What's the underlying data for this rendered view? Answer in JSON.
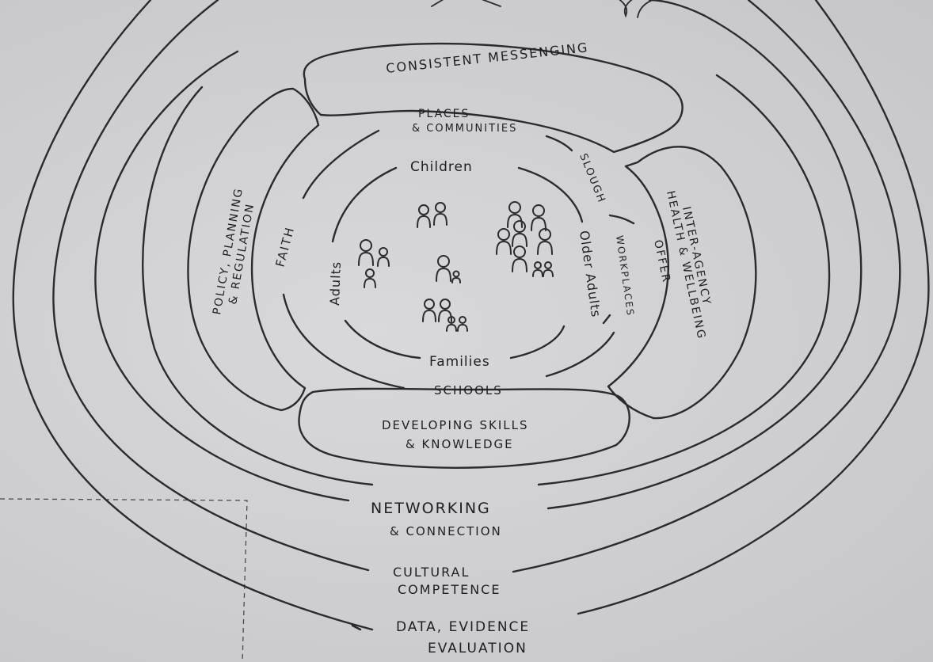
{
  "outer_rings": {
    "networking": [
      "NETWORKING",
      "& CONNECTION"
    ],
    "cultural": [
      "CULTURAL",
      "COMPETENCE"
    ],
    "data": [
      "DATA, EVIDENCE",
      "EVALUATION"
    ]
  },
  "segments": {
    "top": "CONSISTENT MESSENGING",
    "left": [
      "POLICY, PLANNING",
      "& REGULATION"
    ],
    "right": [
      "INTER-AGENCY",
      "HEALTH & WELLBEING",
      "OFFER"
    ],
    "bottom": [
      "DEVELOPING SKILLS",
      "& KNOWLEDGE"
    ]
  },
  "settings": {
    "places": [
      "PLACES",
      "& COMMUNITIES"
    ],
    "slough": "SLOUGH",
    "workplaces": "WORKPLACES",
    "schools": "SCHOOLS",
    "faith": "FAITH"
  },
  "population": {
    "children": "Children",
    "adults": "Adults",
    "older_adults": "Older Adults",
    "families": "Families"
  }
}
